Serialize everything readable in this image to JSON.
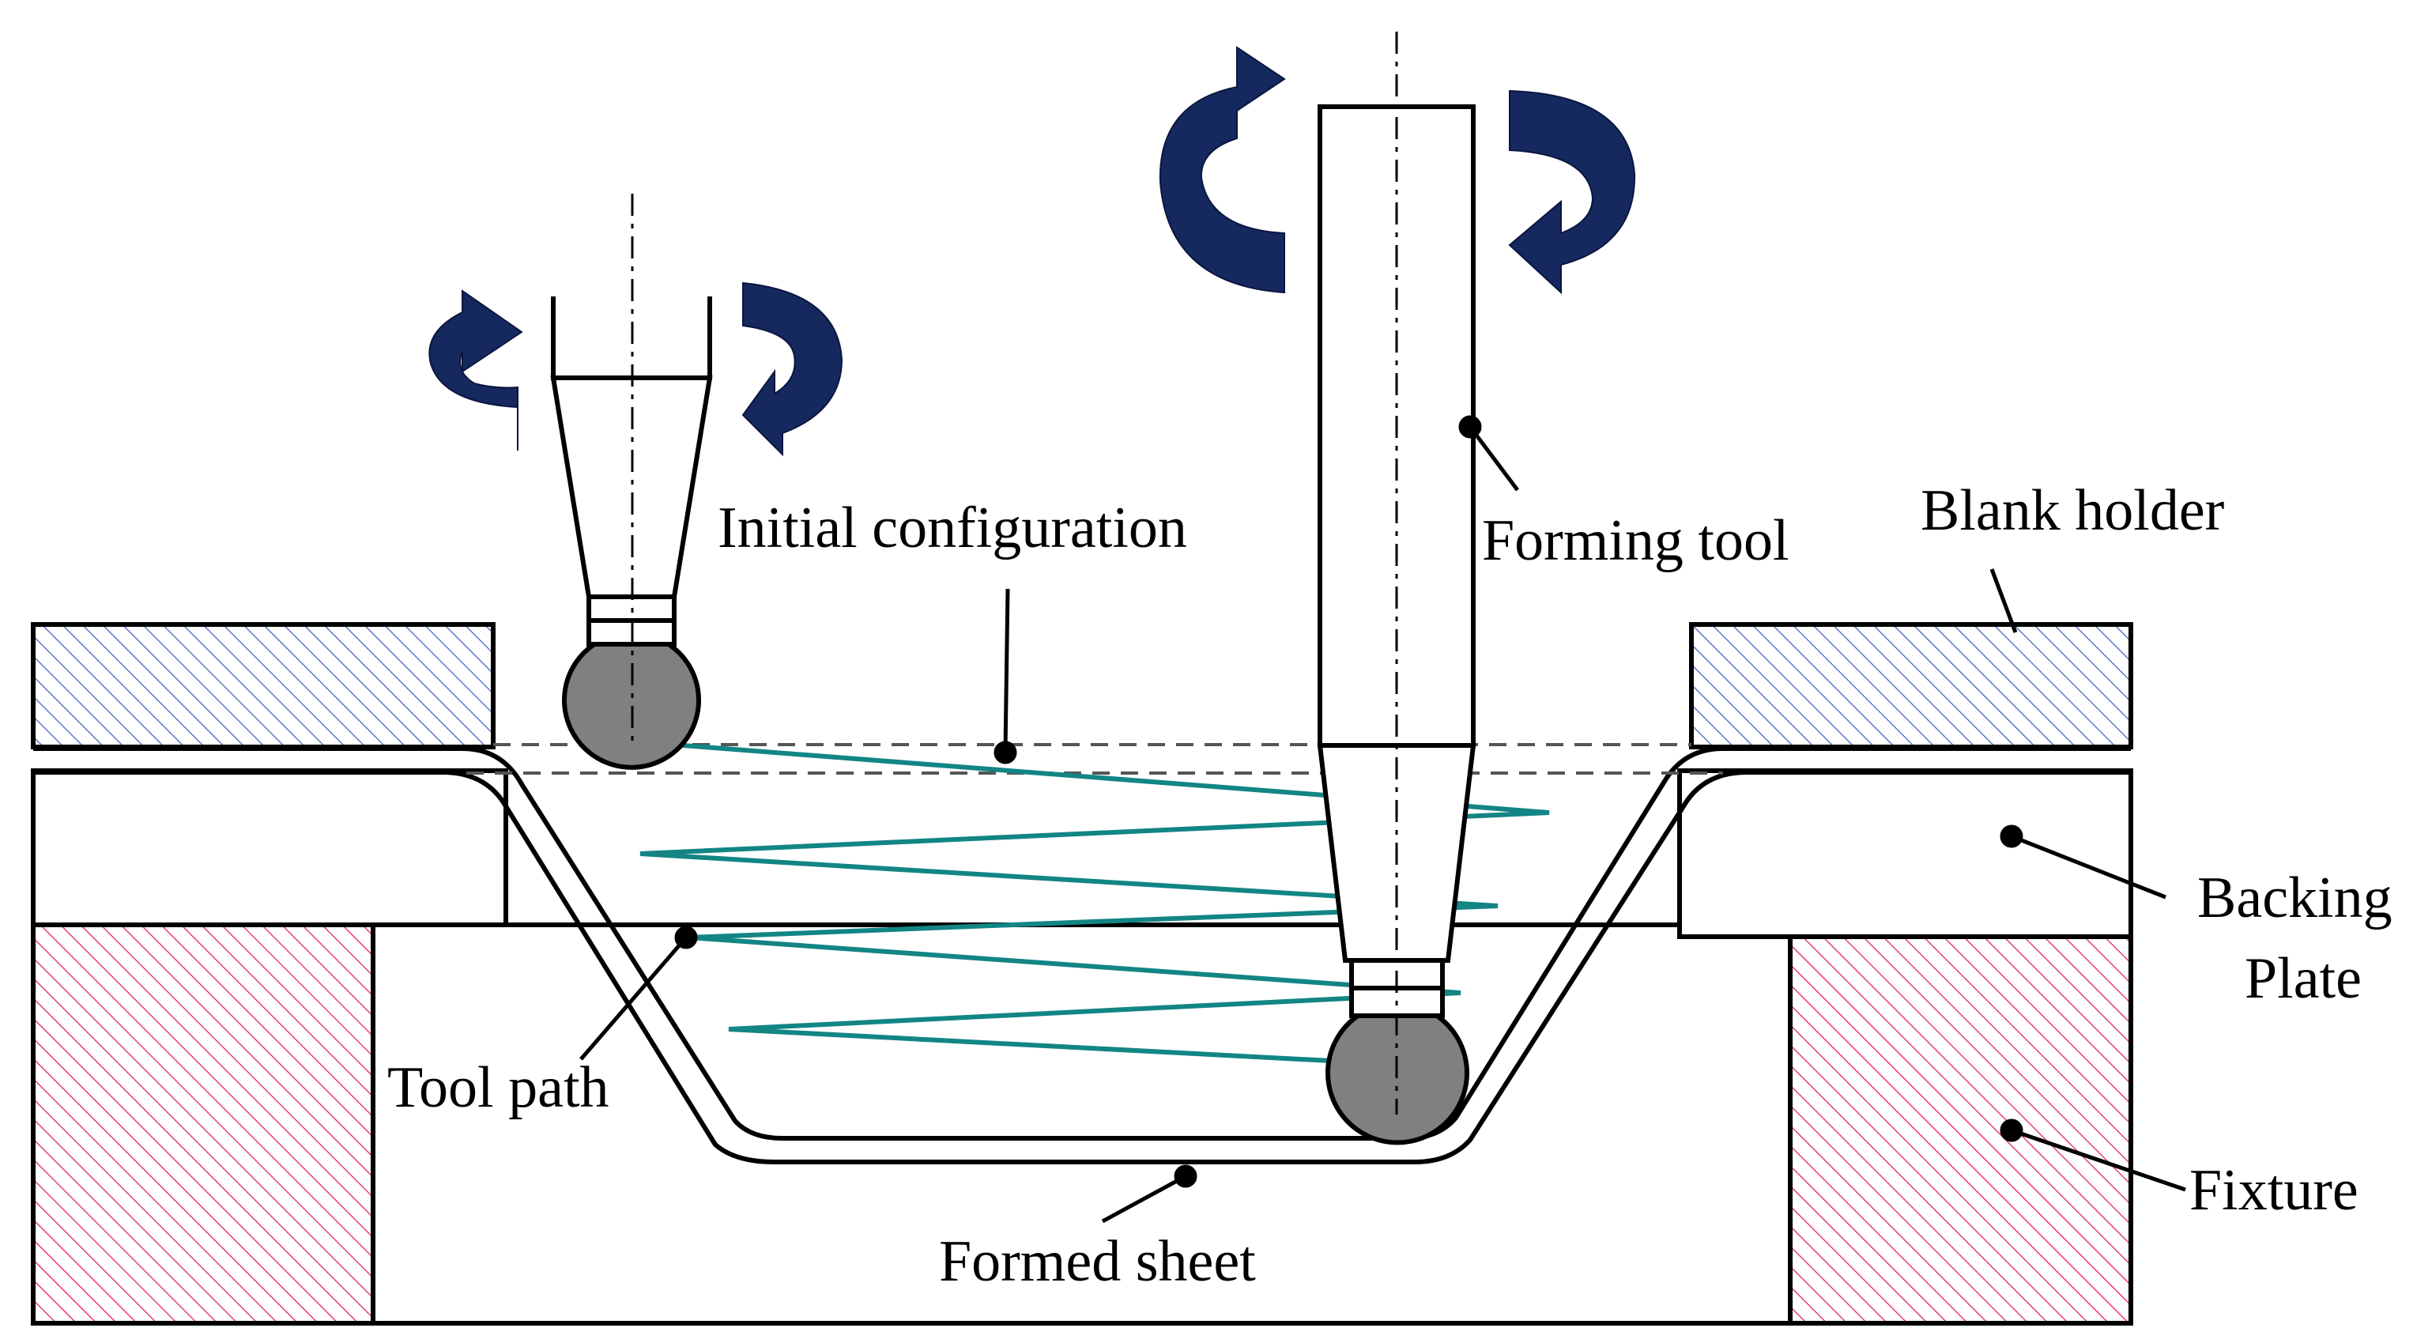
{
  "labels": {
    "initial_configuration": "Initial configuration",
    "forming_tool": "Forming tool",
    "blank_holder": "Blank holder",
    "backing_plate_line1": "Backing",
    "backing_plate_line2": "Plate",
    "tool_path": "Tool path",
    "fixture": "Fixture",
    "formed_sheet": "Formed sheet"
  },
  "colors": {
    "outline": "#000000",
    "rotation_arrow": "#15295e",
    "tool_path": "#138585",
    "blank_holder_hatch": "#5e79c9",
    "fixture_hatch": "#e8406e",
    "tool_ball": "#808080",
    "dashed_reference": "#555555"
  },
  "icons": {
    "rotation": "curved-rotation-arrow-icon"
  }
}
